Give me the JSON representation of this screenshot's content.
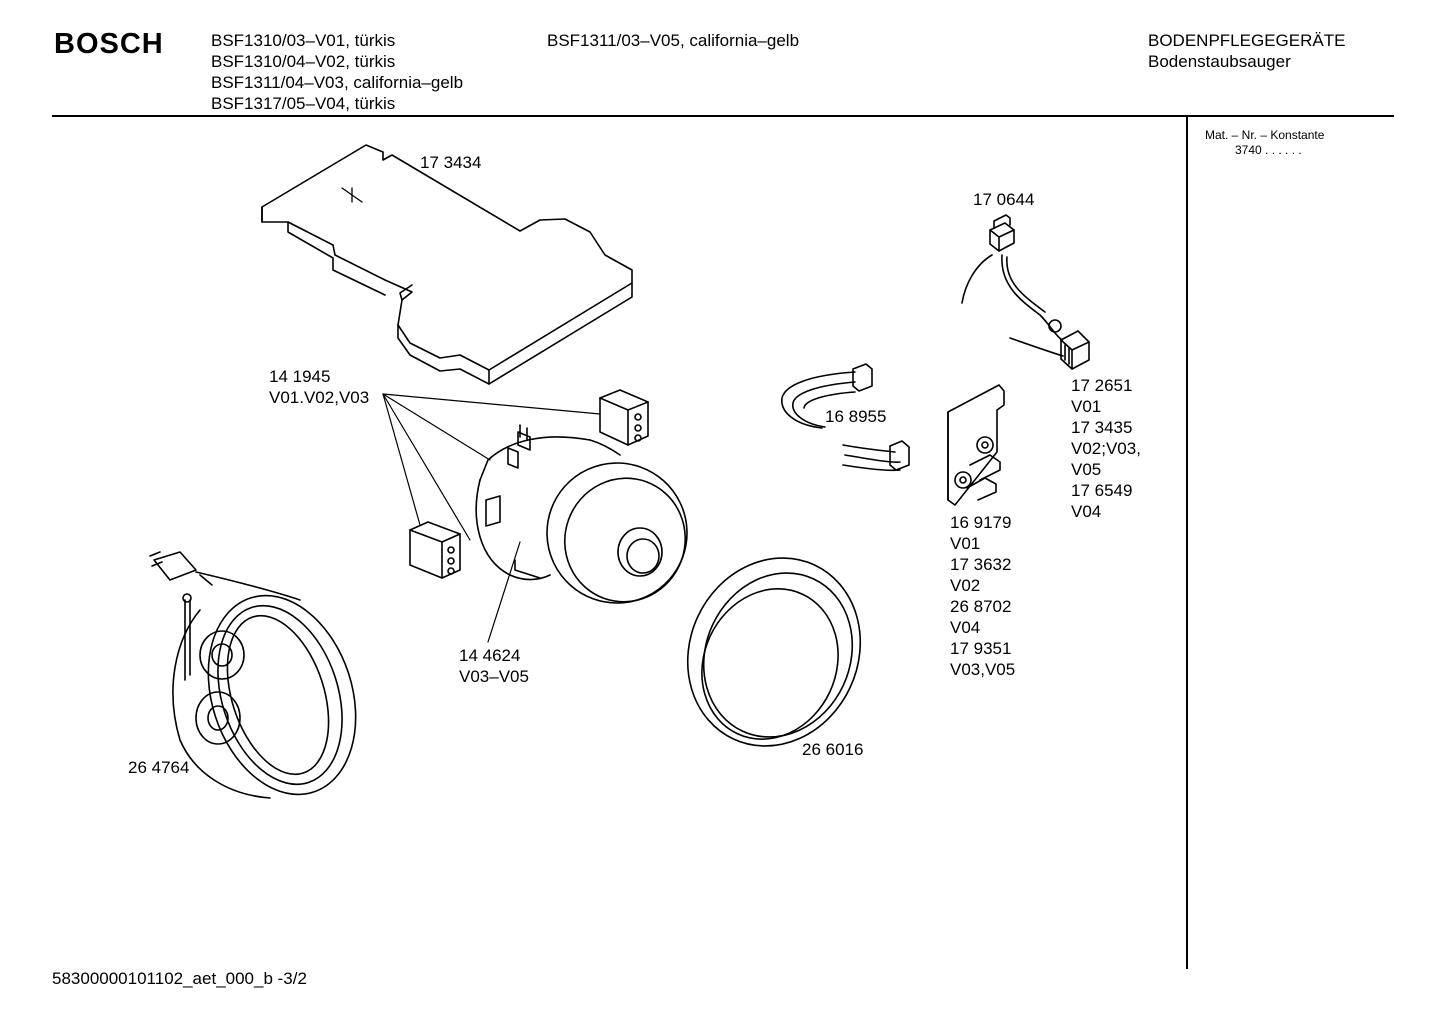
{
  "header": {
    "brand": "BOSCH",
    "models_col1": [
      "BSF1310/03–V01, türkis",
      "BSF1310/04–V02, türkis",
      "BSF1311/04–V03, california–gelb",
      "BSF1317/05–V04, türkis"
    ],
    "models_col2": [
      "BSF1311/03–V05, california–gelb"
    ],
    "category": "BODENPFLEGEGERÄTE",
    "subcategory": "Bodenstaubsauger"
  },
  "sidebar": {
    "mat_label": "Mat. – Nr. – Konstante",
    "mat_value": "3740 .  .    .  .  .  ."
  },
  "parts": {
    "p173434": "17 3434",
    "p170644": "17 0644",
    "p141945": [
      "14 1945",
      "V01.V02,V03"
    ],
    "p168955": "16 8955",
    "p172651": [
      "17 2651",
      "V01",
      "17 3435",
      "V02;V03,",
      "V05",
      "17 6549",
      "V04"
    ],
    "p169179": [
      "16 9179",
      "V01",
      "17 3632",
      "V02",
      "26 8702",
      "V04",
      "17 9351",
      "V03,V05"
    ],
    "p144624": [
      "14 4624",
      "V03–V05"
    ],
    "p266016": "26 6016",
    "p264764": "26 4764"
  },
  "footer": {
    "doc_id": "58300000101102_aet_000_b -3/2"
  }
}
